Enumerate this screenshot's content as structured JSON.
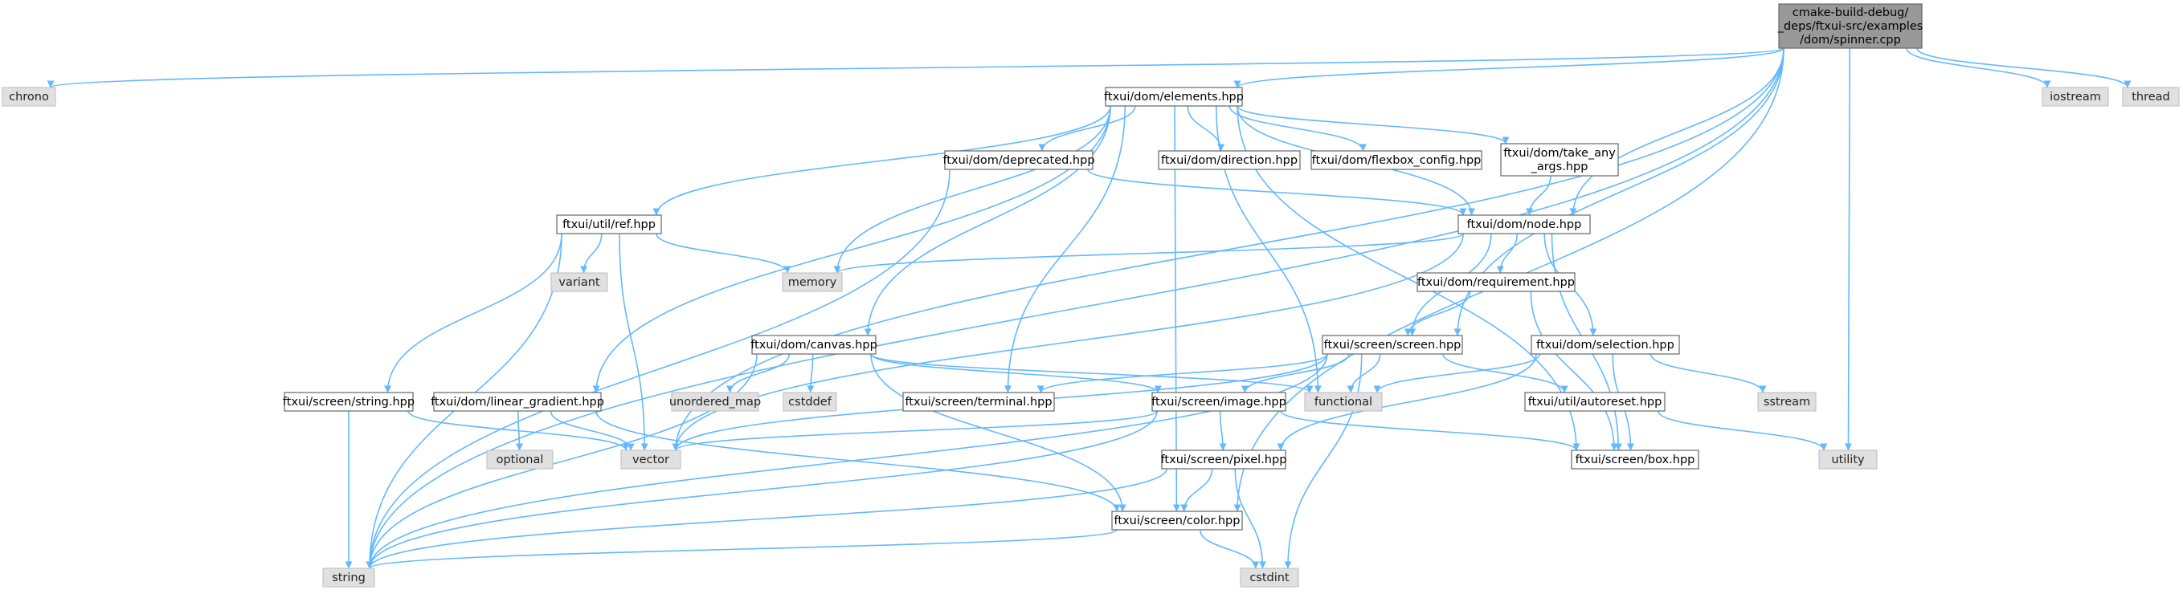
{
  "diagram": {
    "colors": {
      "edge": "#63b8ff",
      "node_border": "#666666",
      "system_fill": "#e0e0e0",
      "root_fill": "#999999"
    },
    "nodes": [
      {
        "id": "root",
        "kind": "root",
        "lines": [
          "cmake-build-debug/",
          "_deps/ftxui-src/examples",
          "/dom/spinner.cpp"
        ]
      },
      {
        "id": "chrono",
        "kind": "system",
        "lines": [
          "chrono"
        ]
      },
      {
        "id": "iostream",
        "kind": "system",
        "lines": [
          "iostream"
        ]
      },
      {
        "id": "thread",
        "kind": "system",
        "lines": [
          "thread"
        ]
      },
      {
        "id": "elements",
        "kind": "header",
        "lines": [
          "ftxui/dom/elements.hpp"
        ]
      },
      {
        "id": "deprecated",
        "kind": "header",
        "lines": [
          "ftxui/dom/deprecated.hpp"
        ]
      },
      {
        "id": "direction",
        "kind": "header",
        "lines": [
          "ftxui/dom/direction.hpp"
        ]
      },
      {
        "id": "flexbox_config",
        "kind": "header",
        "lines": [
          "ftxui/dom/flexbox_config.hpp"
        ]
      },
      {
        "id": "take_any_args",
        "kind": "header",
        "lines": [
          "ftxui/dom/take_any",
          "_args.hpp"
        ]
      },
      {
        "id": "ref",
        "kind": "header",
        "lines": [
          "ftxui/util/ref.hpp"
        ]
      },
      {
        "id": "node",
        "kind": "header",
        "lines": [
          "ftxui/dom/node.hpp"
        ]
      },
      {
        "id": "variant",
        "kind": "system",
        "lines": [
          "variant"
        ]
      },
      {
        "id": "memory",
        "kind": "system",
        "lines": [
          "memory"
        ]
      },
      {
        "id": "requirement",
        "kind": "header",
        "lines": [
          "ftxui/dom/requirement.hpp"
        ]
      },
      {
        "id": "canvas",
        "kind": "header",
        "lines": [
          "ftxui/dom/canvas.hpp"
        ]
      },
      {
        "id": "screen",
        "kind": "header",
        "lines": [
          "ftxui/screen/screen.hpp"
        ]
      },
      {
        "id": "selection",
        "kind": "header",
        "lines": [
          "ftxui/dom/selection.hpp"
        ]
      },
      {
        "id": "string_hpp",
        "kind": "header",
        "lines": [
          "ftxui/screen/string.hpp"
        ]
      },
      {
        "id": "linear_gradient",
        "kind": "header",
        "lines": [
          "ftxui/dom/linear_gradient.hpp"
        ]
      },
      {
        "id": "unordered_map",
        "kind": "system",
        "lines": [
          "unordered_map"
        ]
      },
      {
        "id": "cstddef",
        "kind": "system",
        "lines": [
          "cstddef"
        ]
      },
      {
        "id": "terminal",
        "kind": "header",
        "lines": [
          "ftxui/screen/terminal.hpp"
        ]
      },
      {
        "id": "image",
        "kind": "header",
        "lines": [
          "ftxui/screen/image.hpp"
        ]
      },
      {
        "id": "functional",
        "kind": "system",
        "lines": [
          "functional"
        ]
      },
      {
        "id": "autoreset",
        "kind": "header",
        "lines": [
          "ftxui/util/autoreset.hpp"
        ]
      },
      {
        "id": "sstream",
        "kind": "system",
        "lines": [
          "sstream"
        ]
      },
      {
        "id": "optional",
        "kind": "system",
        "lines": [
          "optional"
        ]
      },
      {
        "id": "vector",
        "kind": "system",
        "lines": [
          "vector"
        ]
      },
      {
        "id": "box",
        "kind": "header",
        "lines": [
          "ftxui/screen/box.hpp"
        ]
      },
      {
        "id": "utility",
        "kind": "system",
        "lines": [
          "utility"
        ]
      },
      {
        "id": "pixel",
        "kind": "header",
        "lines": [
          "ftxui/screen/pixel.hpp"
        ]
      },
      {
        "id": "color",
        "kind": "header",
        "lines": [
          "ftxui/screen/color.hpp"
        ]
      },
      {
        "id": "string",
        "kind": "system",
        "lines": [
          "string"
        ]
      },
      {
        "id": "cstdint",
        "kind": "system",
        "lines": [
          "cstdint"
        ]
      }
    ],
    "edges": [
      {
        "from": "root",
        "to": "chrono"
      },
      {
        "from": "root",
        "to": "elements"
      },
      {
        "from": "root",
        "to": "node"
      },
      {
        "from": "root",
        "to": "screen"
      },
      {
        "from": "root",
        "to": "color"
      },
      {
        "from": "root",
        "to": "string"
      },
      {
        "from": "root",
        "to": "vector"
      },
      {
        "from": "root",
        "to": "utility"
      },
      {
        "from": "root",
        "to": "iostream"
      },
      {
        "from": "root",
        "to": "thread"
      },
      {
        "from": "elements",
        "to": "deprecated"
      },
      {
        "from": "elements",
        "to": "direction"
      },
      {
        "from": "elements",
        "to": "flexbox_config"
      },
      {
        "from": "elements",
        "to": "take_any_args"
      },
      {
        "from": "elements",
        "to": "node"
      },
      {
        "from": "elements",
        "to": "ref"
      },
      {
        "from": "elements",
        "to": "memory"
      },
      {
        "from": "elements",
        "to": "canvas"
      },
      {
        "from": "elements",
        "to": "linear_gradient"
      },
      {
        "from": "elements",
        "to": "terminal"
      },
      {
        "from": "elements",
        "to": "functional"
      },
      {
        "from": "elements",
        "to": "box"
      },
      {
        "from": "elements",
        "to": "color"
      },
      {
        "from": "deprecated",
        "to": "node"
      },
      {
        "from": "deprecated",
        "to": "string"
      },
      {
        "from": "take_any_args",
        "to": "node"
      },
      {
        "from": "ref",
        "to": "variant"
      },
      {
        "from": "ref",
        "to": "memory"
      },
      {
        "from": "ref",
        "to": "string_hpp"
      },
      {
        "from": "ref",
        "to": "vector"
      },
      {
        "from": "ref",
        "to": "string"
      },
      {
        "from": "node",
        "to": "memory"
      },
      {
        "from": "node",
        "to": "requirement"
      },
      {
        "from": "node",
        "to": "selection"
      },
      {
        "from": "node",
        "to": "screen"
      },
      {
        "from": "node",
        "to": "vector"
      },
      {
        "from": "node",
        "to": "box"
      },
      {
        "from": "requirement",
        "to": "screen"
      },
      {
        "from": "requirement",
        "to": "box"
      },
      {
        "from": "canvas",
        "to": "unordered_map"
      },
      {
        "from": "canvas",
        "to": "cstddef"
      },
      {
        "from": "canvas",
        "to": "image"
      },
      {
        "from": "canvas",
        "to": "functional"
      },
      {
        "from": "canvas",
        "to": "color"
      },
      {
        "from": "canvas",
        "to": "string"
      },
      {
        "from": "screen",
        "to": "terminal"
      },
      {
        "from": "screen",
        "to": "image"
      },
      {
        "from": "screen",
        "to": "functional"
      },
      {
        "from": "screen",
        "to": "autoreset"
      },
      {
        "from": "screen",
        "to": "vector"
      },
      {
        "from": "screen",
        "to": "string"
      },
      {
        "from": "screen",
        "to": "cstdint"
      },
      {
        "from": "selection",
        "to": "functional"
      },
      {
        "from": "selection",
        "to": "sstream"
      },
      {
        "from": "selection",
        "to": "box"
      },
      {
        "from": "selection",
        "to": "pixel"
      },
      {
        "from": "string_hpp",
        "to": "string"
      },
      {
        "from": "string_hpp",
        "to": "vector"
      },
      {
        "from": "linear_gradient",
        "to": "optional"
      },
      {
        "from": "linear_gradient",
        "to": "vector"
      },
      {
        "from": "linear_gradient",
        "to": "color"
      },
      {
        "from": "image",
        "to": "pixel"
      },
      {
        "from": "image",
        "to": "box"
      },
      {
        "from": "image",
        "to": "string"
      },
      {
        "from": "image",
        "to": "vector"
      },
      {
        "from": "autoreset",
        "to": "utility"
      },
      {
        "from": "pixel",
        "to": "color"
      },
      {
        "from": "pixel",
        "to": "string"
      },
      {
        "from": "pixel",
        "to": "cstdint"
      },
      {
        "from": "color",
        "to": "string"
      },
      {
        "from": "color",
        "to": "cstdint"
      }
    ]
  }
}
